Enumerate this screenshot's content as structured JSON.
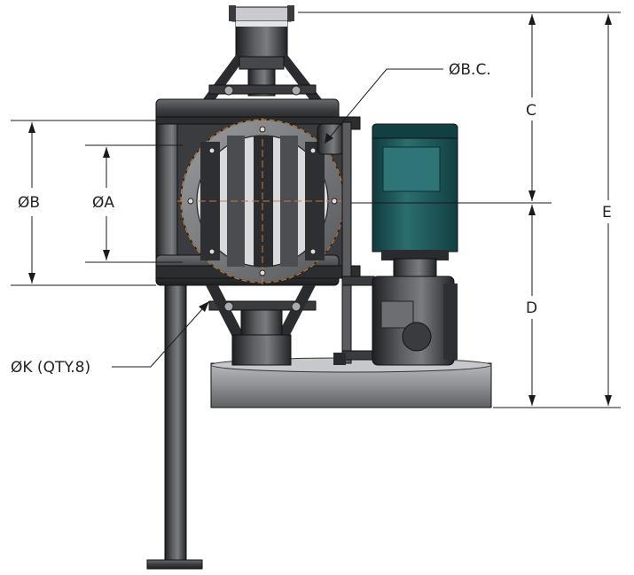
{
  "labels": {
    "dia_b": "ØB",
    "dia_a": "ØA",
    "dia_bc": "ØB.C.",
    "dia_k": "ØK (QTY.8)",
    "dim_c": "C",
    "dim_d": "D",
    "dim_e": "E"
  },
  "colors": {
    "motor": "#1f5a5c",
    "steel": "#3a3b3e",
    "orange_outline": "#c87a3a",
    "dimension": "#1a1a1a"
  }
}
